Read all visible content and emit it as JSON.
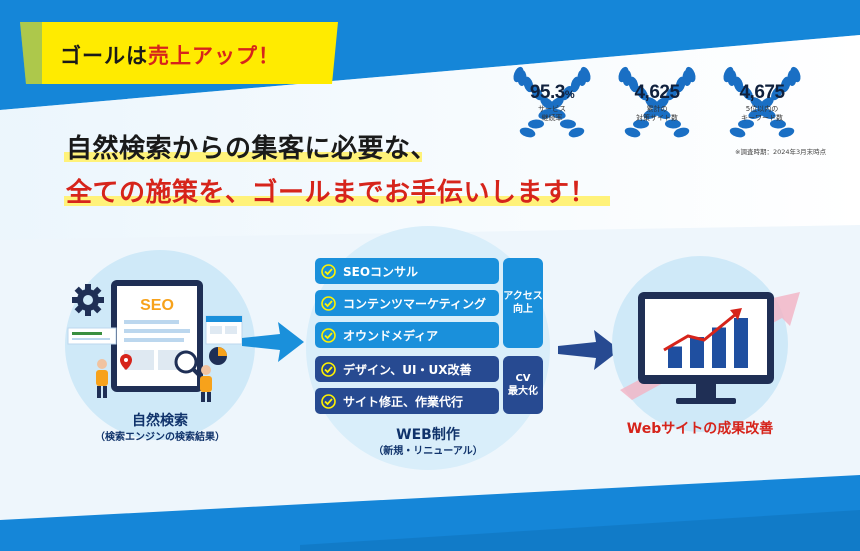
{
  "colors": {
    "accent_yellow": "#ffeb00",
    "accent_red": "#d6241b",
    "primary_blue": "#1a90db",
    "dark_blue": "#274a91",
    "light_circle": "#cfe9f8"
  },
  "tag": {
    "prefix": "ゴールは",
    "highlight": "売上アップ",
    "suffix": "！"
  },
  "awards": [
    {
      "value": "95.3",
      "unit": "%",
      "caption": "サービス\n継続率"
    },
    {
      "value": "4,625",
      "unit": "",
      "caption": "累計の\n対策サイト数"
    },
    {
      "value": "4,675",
      "unit": "",
      "caption": "5位以内の\nキーワード数"
    }
  ],
  "award_note": "※調査時期：2024年3月末時点",
  "headline": {
    "line1": "自然検索からの集客に必要な、",
    "line2": "全ての施策を、ゴールまでお手伝いします！"
  },
  "left_panel": {
    "title": "自然検索",
    "subtitle": "（検索エンジンの検索結果）",
    "screen_text": "SEO",
    "icons": [
      "gear-icon",
      "magnifier-icon",
      "pin-icon",
      "pie-chart-icon"
    ]
  },
  "center_panel": {
    "items": [
      {
        "label": "SEOコンサル",
        "group": "access"
      },
      {
        "label": "コンテンツマーケティング",
        "group": "access"
      },
      {
        "label": "オウンドメディア",
        "group": "access"
      },
      {
        "label": "デザイン、UI・UX改善",
        "group": "cv"
      },
      {
        "label": "サイト修正、作業代行",
        "group": "cv"
      }
    ],
    "groups": {
      "access": "アクセス\n向上",
      "cv": "CV\n最大化"
    },
    "title": "WEB制作",
    "subtitle": "（新規・リニューアル）"
  },
  "right_panel": {
    "title": "Webサイトの成果改善",
    "chart_bars": [
      1,
      2,
      3,
      4
    ]
  }
}
